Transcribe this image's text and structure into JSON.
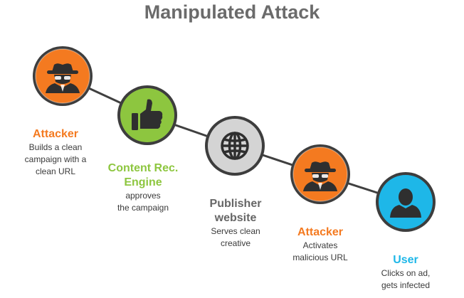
{
  "title": "Manipulated Attack",
  "colors": {
    "attacker": "#F47A20",
    "content": "#8DC63F",
    "publisher": "#D4D4D4",
    "user": "#1EB7E8",
    "ring": "#3d3d3d",
    "icon": "#2f2f2f",
    "text_attacker": "#F47A20",
    "text_content": "#8DC63F",
    "text_publisher": "#666666",
    "text_user": "#1EB7E8"
  },
  "steps": [
    {
      "id": "attacker1",
      "icon": "spy-icon",
      "title_lines": [
        "Attacker"
      ],
      "desc_lines": [
        "Builds a clean",
        "campaign with a",
        "clean URL"
      ]
    },
    {
      "id": "content",
      "icon": "thumbs-up-icon",
      "title_lines": [
        "Content Rec.",
        "Engine"
      ],
      "desc_lines": [
        "approves",
        "the campaign"
      ]
    },
    {
      "id": "publisher",
      "icon": "globe-icon",
      "title_lines": [
        "Publisher",
        "website"
      ],
      "desc_lines": [
        "Serves clean",
        "creative"
      ]
    },
    {
      "id": "attacker2",
      "icon": "spy-icon",
      "title_lines": [
        "Attacker"
      ],
      "desc_lines": [
        "Activates",
        "malicious URL"
      ]
    },
    {
      "id": "user",
      "icon": "user-icon",
      "title_lines": [
        "User"
      ],
      "desc_lines": [
        "Clicks on ad,",
        "gets infected"
      ]
    }
  ]
}
